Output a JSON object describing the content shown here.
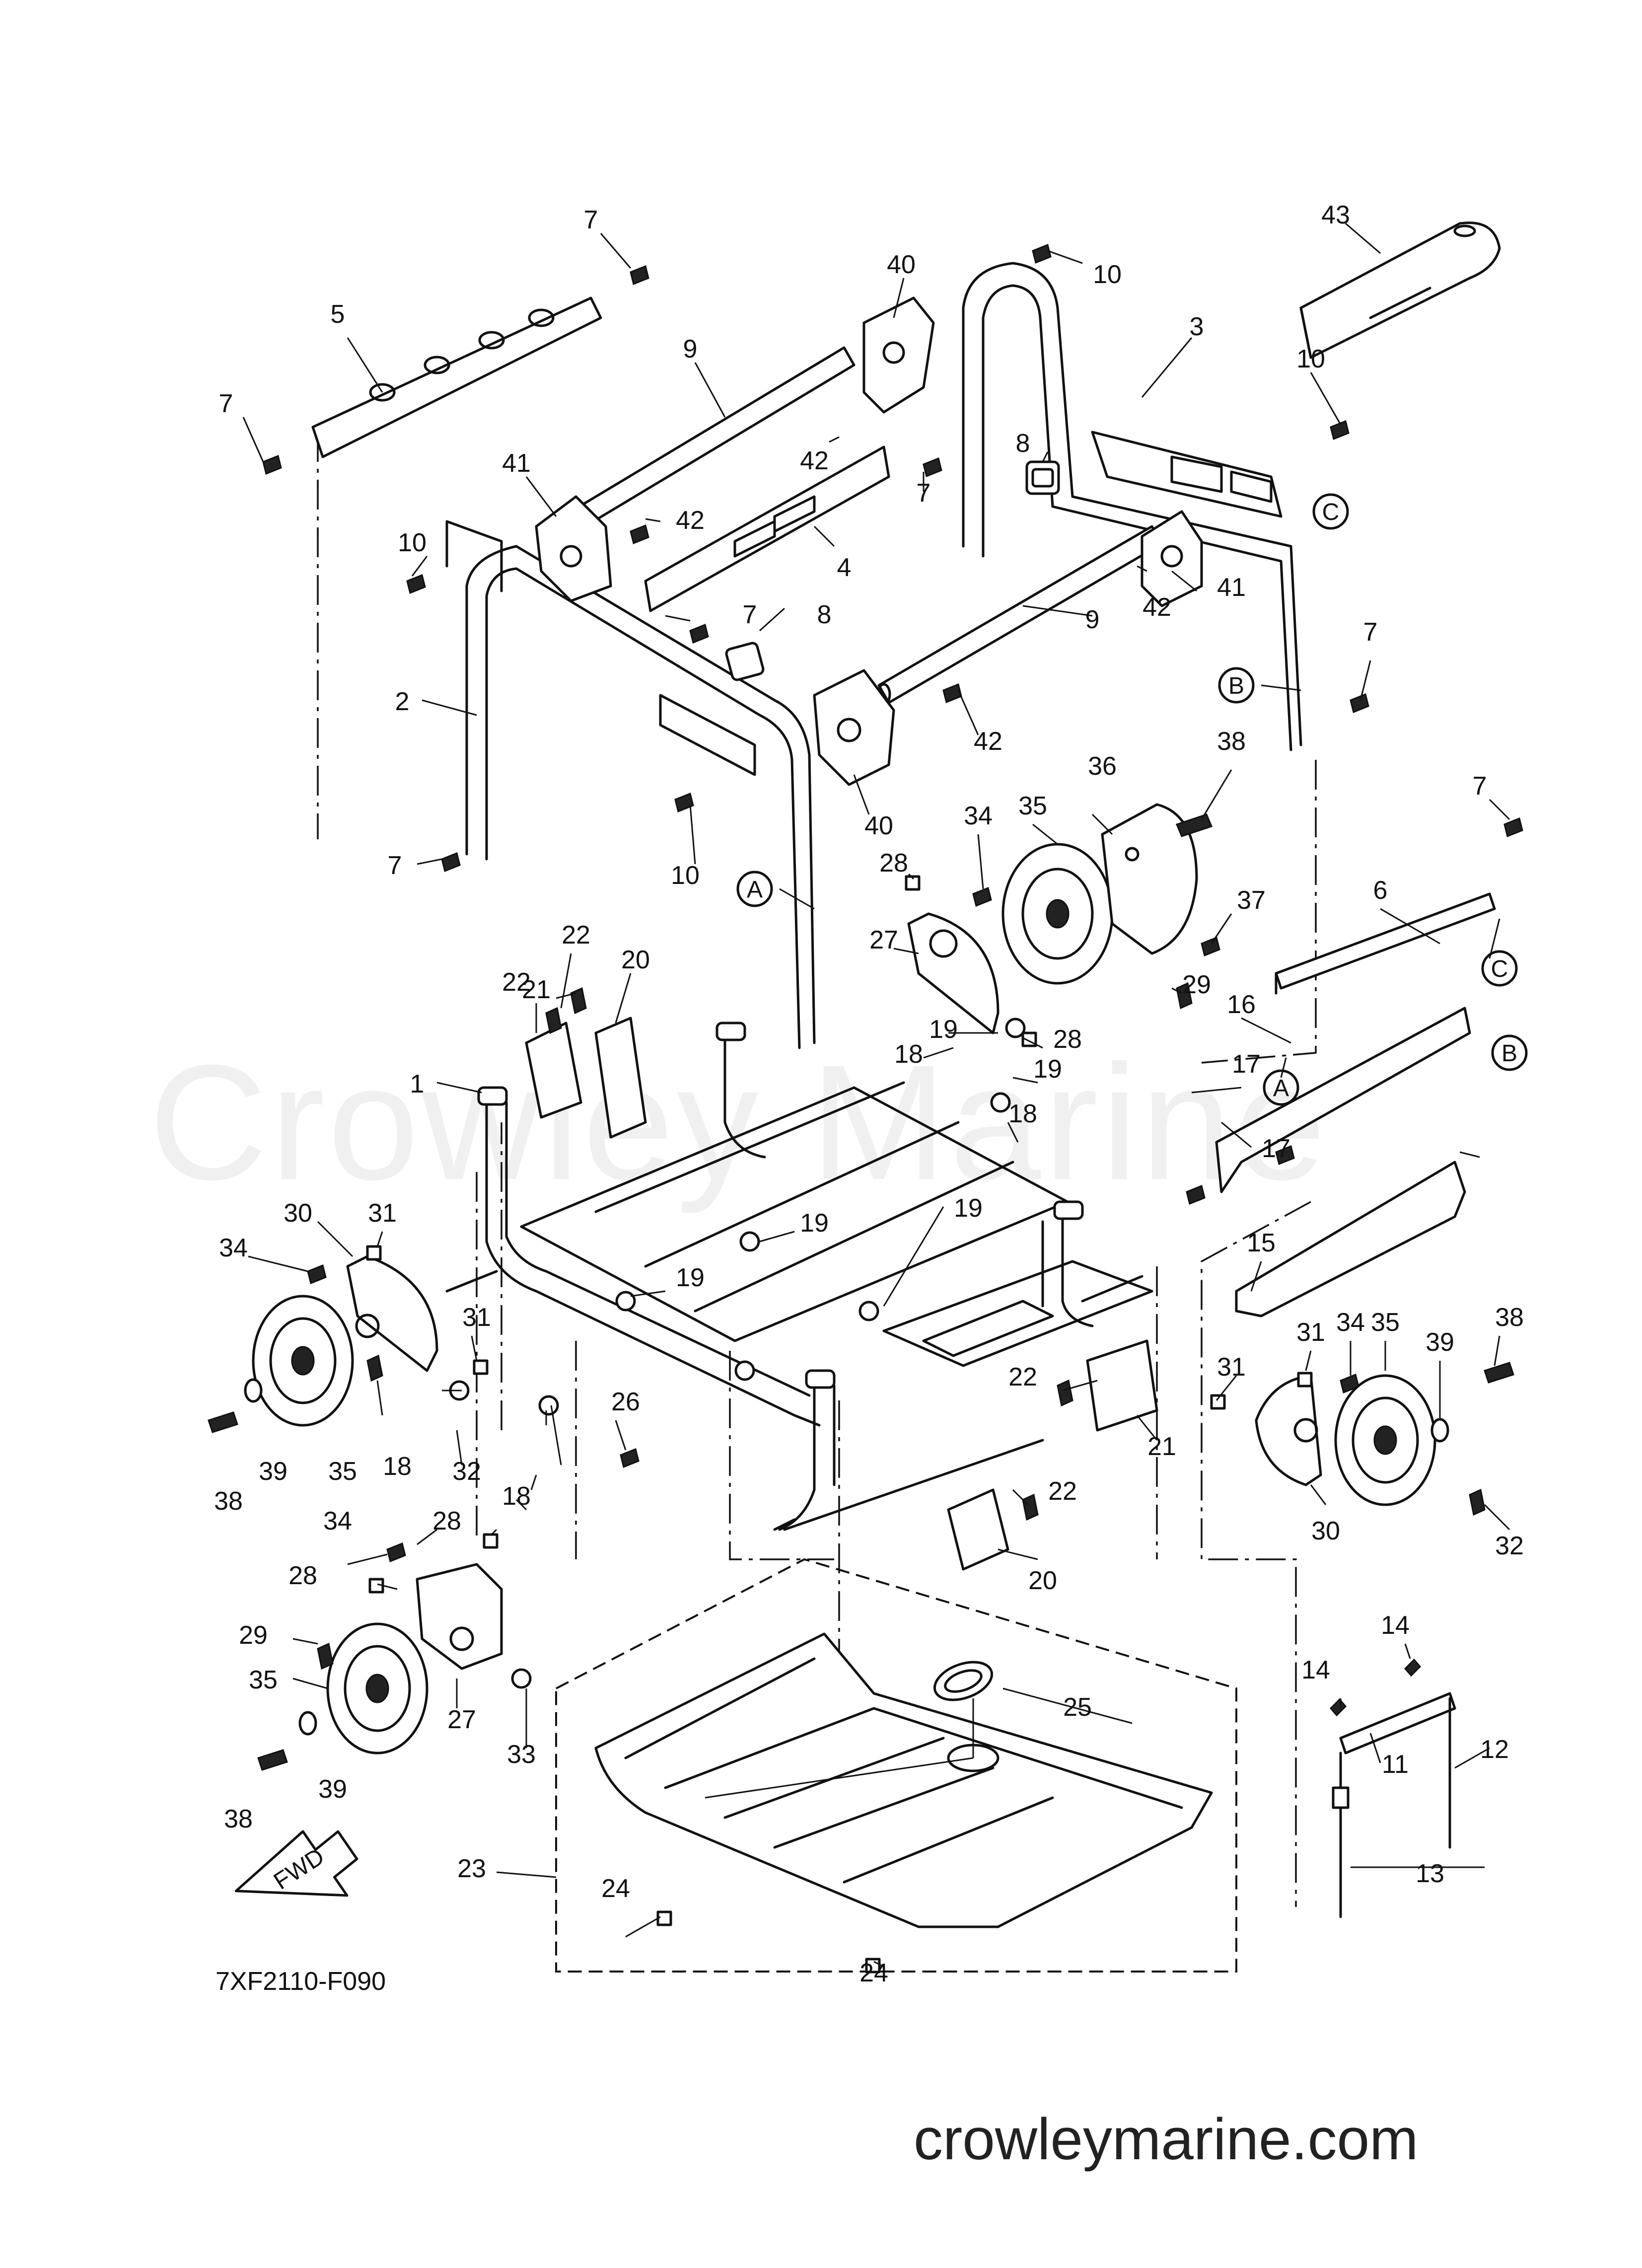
{
  "figure_code": "7XF2110-F090",
  "watermark": "Crowley Marine",
  "site_url": "crowleymarine.com",
  "fwd_label": "FWD",
  "ref_letters": [
    "A",
    "B",
    "C"
  ],
  "callouts": [
    "7",
    "5",
    "7",
    "9",
    "40",
    "10",
    "3",
    "43",
    "10",
    "41",
    "42",
    "7",
    "8",
    "10",
    "42",
    "4",
    "7",
    "8",
    "9",
    "42",
    "41",
    "2",
    "7",
    "B",
    "7",
    "42",
    "40",
    "10",
    "A",
    "36",
    "38",
    "35",
    "34",
    "28",
    "7",
    "6",
    "C",
    "37",
    "22",
    "22",
    "20",
    "21",
    "27",
    "29",
    "28",
    "16",
    "1",
    "19",
    "18",
    "19",
    "17",
    "17",
    "A",
    "B",
    "18",
    "31",
    "30",
    "15",
    "19",
    "19",
    "34",
    "19",
    "31",
    "35",
    "39",
    "38",
    "34",
    "31",
    "22",
    "21",
    "19",
    "26",
    "32",
    "18",
    "39",
    "38",
    "35",
    "31",
    "34",
    "28",
    "22",
    "32",
    "30",
    "18",
    "20",
    "28",
    "29",
    "14",
    "35",
    "27",
    "33",
    "14",
    "25",
    "12",
    "11",
    "38",
    "39",
    "23",
    "24",
    "13",
    "24"
  ]
}
